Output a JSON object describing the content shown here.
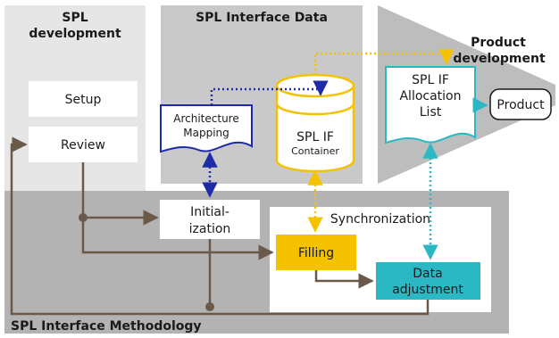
{
  "regions": {
    "spl_development": {
      "title_line1": "SPL",
      "title_line2": "development"
    },
    "spl_interface_data": {
      "title": "SPL Interface Data"
    },
    "product_development": {
      "title_line1": "Product",
      "title_line2": "development"
    },
    "spl_interface_methodology": {
      "title": "SPL Interface Methodology"
    },
    "synchronization": {
      "title": "Synchronization"
    }
  },
  "nodes": {
    "setup": "Setup",
    "review": "Review",
    "architecture_mapping": {
      "line1": "Architecture",
      "line2": "Mapping"
    },
    "spl_if_container": {
      "line1": "SPL IF",
      "line2": "Container"
    },
    "spl_if_allocation_list": {
      "line1": "SPL IF",
      "line2": "Allocation",
      "line3": "List"
    },
    "product": "Product",
    "initialization": {
      "line1": "Initial-",
      "line2": "ization"
    },
    "filling": "Filling",
    "data_adjustment": {
      "line1": "Data",
      "line2": "adjustment"
    }
  },
  "colors": {
    "region_light": "#e6e6e6",
    "region_mid": "#c9c9c9",
    "region_dark": "#bdbdbd",
    "methodology_band": "#b3b3b3",
    "yellow": "#f5c200",
    "teal": "#2ab9c4",
    "blue_dark": "#1e2aa8",
    "flow_brown": "#6b5a4a",
    "white": "#ffffff"
  }
}
